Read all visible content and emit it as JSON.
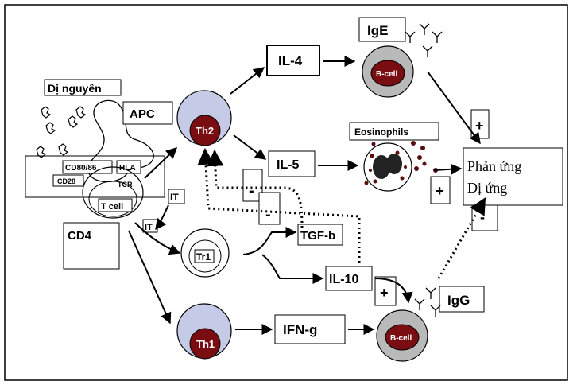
{
  "labels": {
    "antigen": "Dị nguyên",
    "apc": "APC",
    "cd80_86": "CD80/86",
    "hla": "HLA",
    "cd28": "CD28",
    "tcr": "TCR",
    "t_cell": "T cell",
    "cd4": "CD4",
    "it_top": "IT",
    "it_bottom": "IT",
    "th2": "Th2",
    "tr1": "Tr1",
    "th1": "Th1",
    "il4": "IL-4",
    "il5": "IL-5",
    "tgfb": "TGF-b",
    "il10": "IL-10",
    "ifng": "IFN-g",
    "ige": "IgE",
    "igg": "IgG",
    "bcell_top": "B-cell",
    "bcell_bottom": "B-cell",
    "eosinophils": "Eosinophils",
    "allergy_line1": "Phản ứng",
    "allergy_line2": "Dị ứng",
    "plus_top": "+",
    "plus_mid": "+",
    "minus_right": "-",
    "minus_left1": "-",
    "minus_left2": "-",
    "plus_igg": "+"
  },
  "colors": {
    "cell_outer": "#c5cbe6",
    "nucleus": "#7a0d12",
    "bcell_outer": "#b9b9b9",
    "eos_granule": "#5a0d0d",
    "line": "#000000"
  }
}
